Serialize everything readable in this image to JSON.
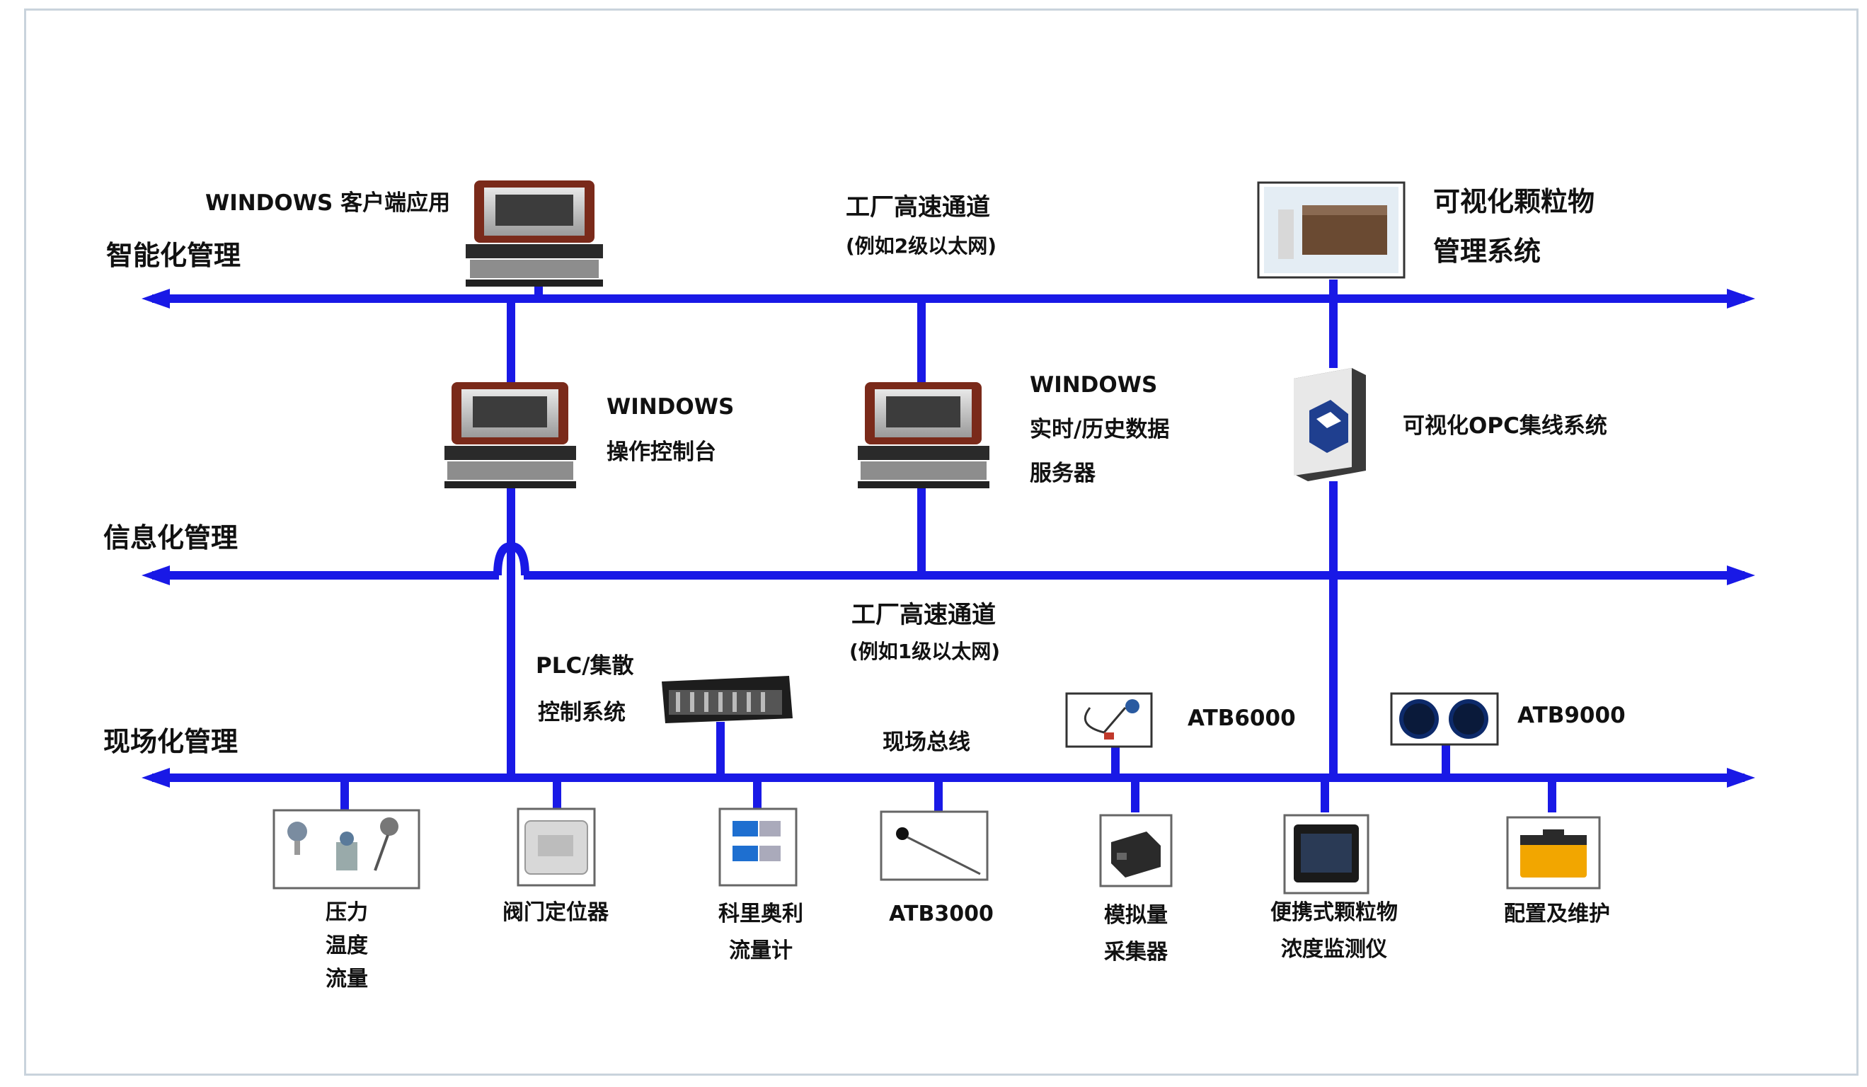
{
  "levels": {
    "intelligent": "智能化管理",
    "information": "信息化管理",
    "field": "现场化管理"
  },
  "top": {
    "client_app": "WINDOWS 客户端应用",
    "channel_line1": "工厂高速通道",
    "channel_line2": "(例如2级以太网)",
    "vis_mgmt_line1": "可视化颗粒物",
    "vis_mgmt_line2": "管理系统"
  },
  "middle": {
    "console_line1": "WINDOWS",
    "console_line2": "操作控制台",
    "server_line1": "WINDOWS",
    "server_line2": "实时/历史数据",
    "server_line3": "服务器",
    "opc": "可视化OPC集线系统"
  },
  "info_channel": {
    "line1": "工厂高速通道",
    "line2": "(例如1级以太网)"
  },
  "field": {
    "plc_line1": "PLC/集散",
    "plc_line2": "控制系统",
    "fieldbus": "现场总线",
    "atb6000": "ATB6000",
    "atb9000": "ATB9000"
  },
  "devices": [
    {
      "label": "压力\n温度\n流量"
    },
    {
      "label": "阀门定位器"
    },
    {
      "label": "科里奥利\n流量计"
    },
    {
      "label": "ATB3000"
    },
    {
      "label": "模拟量\n采集器"
    },
    {
      "label": "便携式颗粒物\n浓度监测仪"
    },
    {
      "label": "配置及维护"
    }
  ],
  "colors": {
    "bus": "#1919e6",
    "frame": "#c9d3dc"
  }
}
